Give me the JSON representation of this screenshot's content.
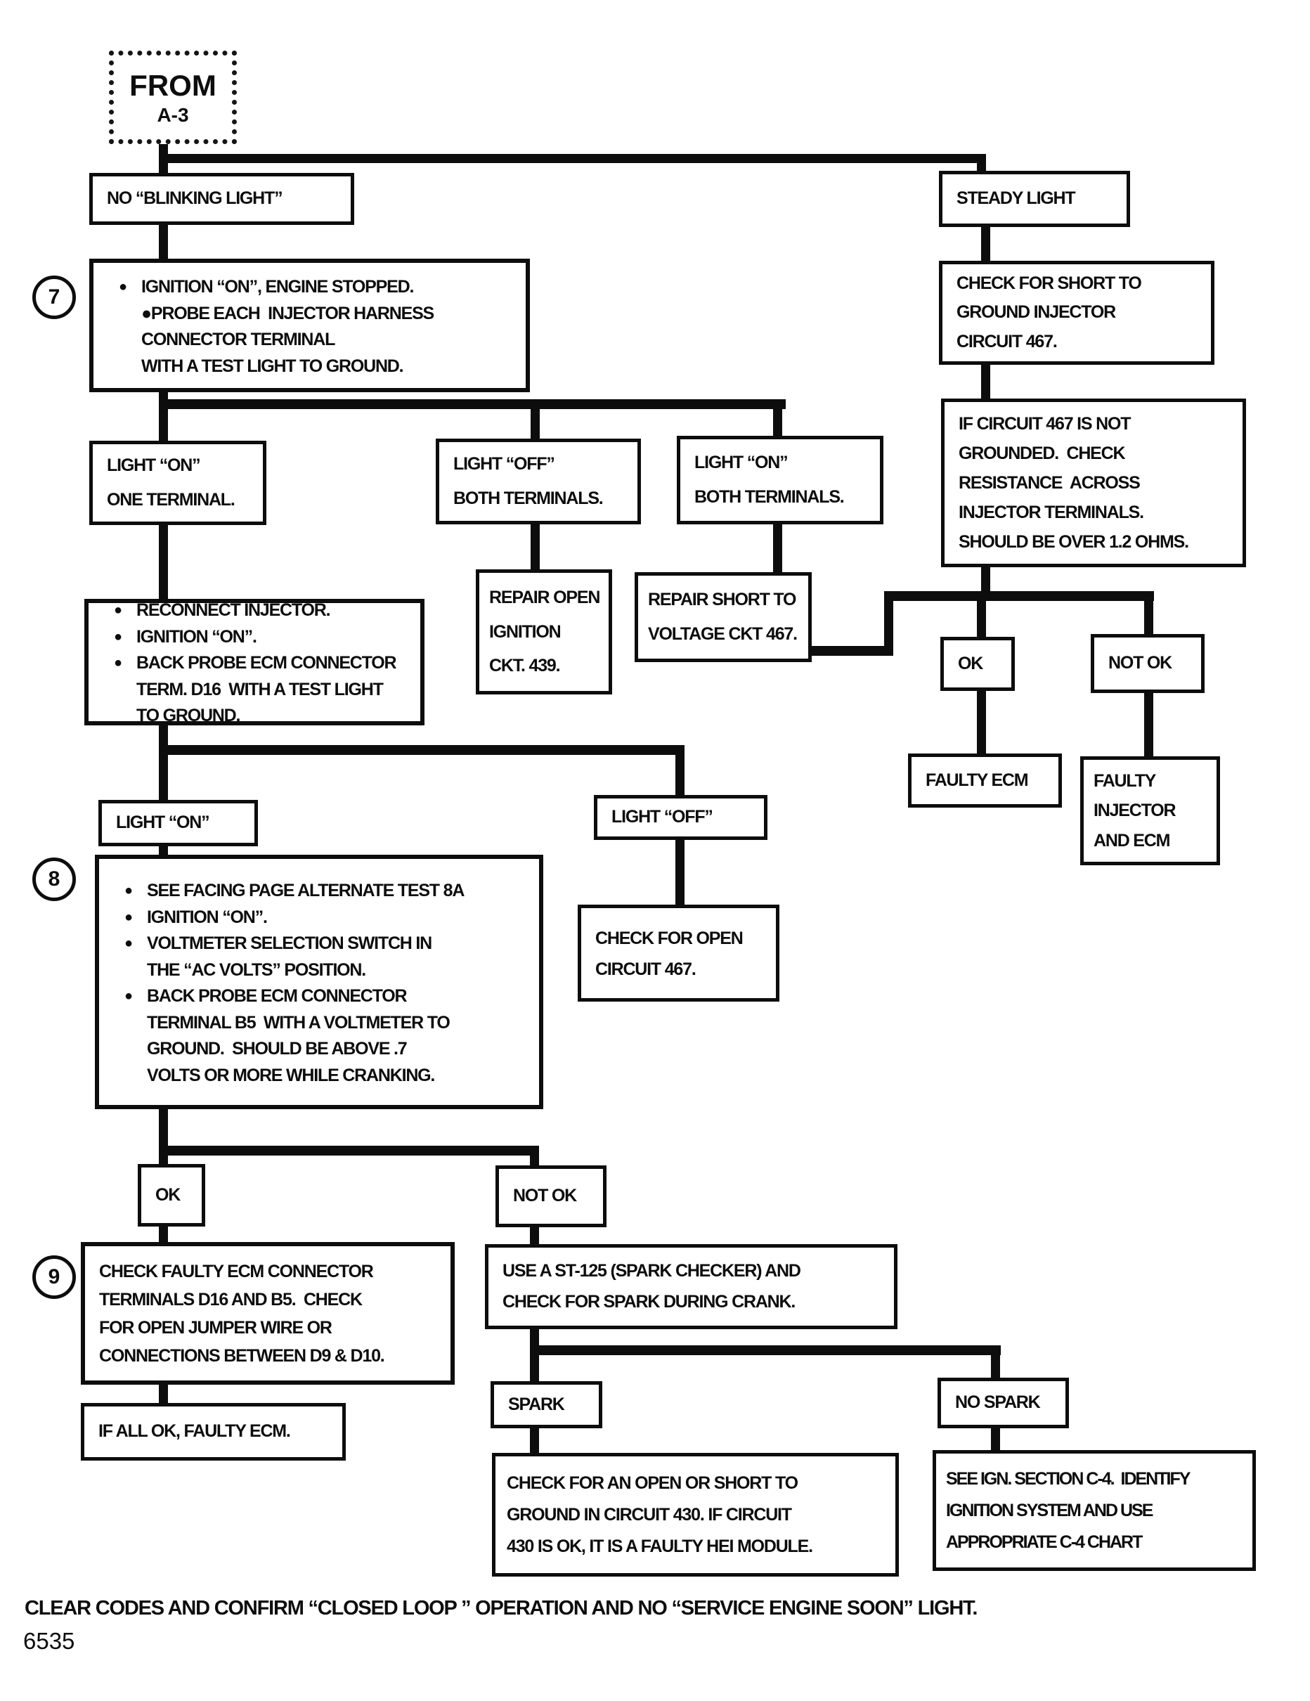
{
  "glyphs": {
    "bullet": "●"
  },
  "nodes": {
    "from": {
      "line1": "FROM",
      "line2": "A-3"
    },
    "no_blinking": {
      "text": "NO “BLINKING LIGHT”"
    },
    "steady_light": {
      "text": "STEADY LIGHT"
    },
    "step7": {
      "badge": "7",
      "b1": "IGNITION “ON”, ENGINE STOPPED.",
      "b2": "●PROBE EACH  INJECTOR HARNESS\nCONNECTOR TERMINAL\nWITH A TEST LIGHT TO GROUND."
    },
    "light_on_one": {
      "text": "LIGHT “ON”\nONE TERMINAL."
    },
    "light_off_both": {
      "text": "LIGHT “OFF”\nBOTH TERMINALS."
    },
    "light_on_both": {
      "text": "LIGHT “ON”\nBOTH TERMINALS."
    },
    "reconnect": {
      "b1": "RECONNECT INJECTOR.",
      "b2": "IGNITION “ON”.",
      "b3": "BACK PROBE ECM CONNECTOR\nTERM. D16  WITH A TEST LIGHT\nTO GROUND."
    },
    "repair_open": {
      "text": "REPAIR OPEN\nIGNITION\nCKT. 439."
    },
    "repair_short": {
      "text": "REPAIR SHORT TO\nVOLTAGE CKT 467."
    },
    "check_short_ground": {
      "text": "CHECK FOR SHORT TO\nGROUND INJECTOR\nCIRCUIT 467."
    },
    "if_circuit_467": {
      "text": "IF CIRCUIT 467 IS NOT\nGROUNDED.  CHECK\nRESISTANCE  ACROSS\nINJECTOR TERMINALS.\nSHOULD BE OVER 1.2 OHMS."
    },
    "ok_right": {
      "text": "OK"
    },
    "not_ok_right": {
      "text": "NOT OK"
    },
    "faulty_ecm": {
      "text": "FAULTY ECM"
    },
    "faulty_injector_ecm": {
      "text": "FAULTY\nINJECTOR\nAND ECM"
    },
    "light_on_2": {
      "text": "LIGHT “ON”"
    },
    "light_off_2": {
      "text": "LIGHT “OFF”"
    },
    "step8": {
      "badge": "8",
      "b1": "SEE FACING PAGE ALTERNATE TEST 8A",
      "b2": "IGNITION “ON”.",
      "b3": "VOLTMETER SELECTION SWITCH IN\nTHE “AC VOLTS” POSITION.",
      "b4": "BACK PROBE ECM CONNECTOR\nTERMINAL B5  WITH A VOLTMETER TO\nGROUND.  SHOULD BE ABOVE .7\nVOLTS OR MORE WHILE CRANKING."
    },
    "check_open_467": {
      "text": "CHECK FOR OPEN\nCIRCUIT 467."
    },
    "ok_left": {
      "text": "OK"
    },
    "not_ok_left": {
      "text": "NOT OK"
    },
    "step9": {
      "badge": "9",
      "text": "CHECK FAULTY ECM CONNECTOR\nTERMINALS D16 AND B5.  CHECK\nFOR OPEN JUMPER WIRE OR\nCONNECTIONS BETWEEN D9 & D10."
    },
    "if_all_ok": {
      "text": "IF ALL OK, FAULTY ECM."
    },
    "st125": {
      "text": "USE A ST-125 (SPARK CHECKER) AND\nCHECK FOR SPARK DURING CRANK."
    },
    "spark": {
      "text": "SPARK"
    },
    "no_spark": {
      "text": "NO SPARK"
    },
    "check_430": {
      "text": "CHECK FOR AN OPEN OR SHORT TO\nGROUND IN CIRCUIT 430. IF CIRCUIT\n430 IS OK, IT IS A FAULTY HEI MODULE."
    },
    "see_ign": {
      "text": "SEE IGN. SECTION C-4.  IDENTIFY\nIGNITION SYSTEM AND USE\nAPPROPRIATE C-4 CHART"
    }
  },
  "footer": {
    "note": "CLEAR CODES AND CONFIRM “CLOSED LOOP ” OPERATION AND NO “SERVICE ENGINE SOON” LIGHT.",
    "page_number": "6535"
  }
}
